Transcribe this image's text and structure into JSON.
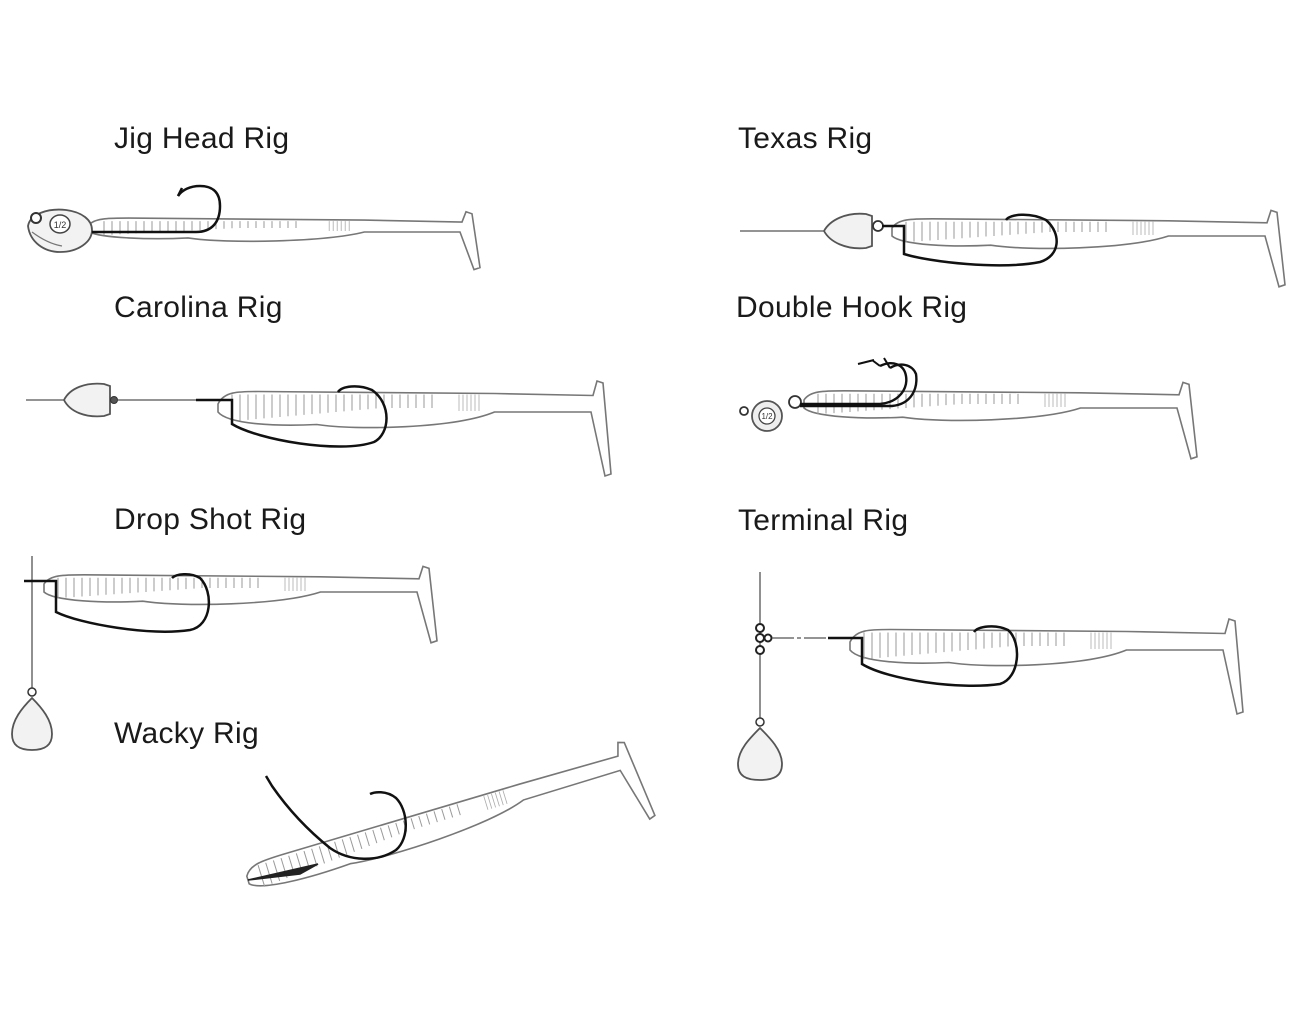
{
  "rigs": [
    {
      "label": "Jig Head Rig"
    },
    {
      "label": "Texas Rig"
    },
    {
      "label": "Carolina Rig"
    },
    {
      "label": "Double Hook Rig"
    },
    {
      "label": "Drop Shot Rig"
    },
    {
      "label": "Terminal Rig"
    },
    {
      "label": "Wacky Rig"
    }
  ],
  "jig_head_marking": "1/2",
  "colors": {
    "line": "#555555",
    "hook": "#111111",
    "bait_outline": "#777777",
    "text": "#1a1a1a"
  }
}
